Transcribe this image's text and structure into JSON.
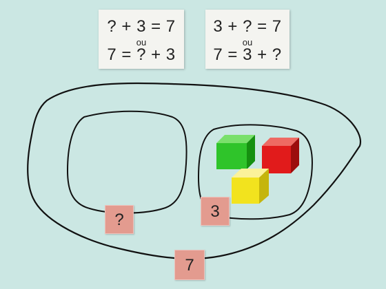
{
  "cards": [
    {
      "line1": "? + 3 = 7",
      "or": "ou",
      "line2": "7 = ? + 3"
    },
    {
      "line1": "3 + ? = 7",
      "or": "ou",
      "line2": "7 = 3 + ?"
    }
  ],
  "tags": {
    "unknown": "?",
    "part": "3",
    "whole": "7"
  },
  "colors": {
    "background": "#cbe7e3",
    "card": "#f4f4f0",
    "tag": "#e39b8f",
    "cube_green": "#2fc42a",
    "cube_red": "#e11b1b",
    "cube_yellow": "#f2e31e"
  },
  "cubes": [
    "green",
    "red",
    "yellow"
  ]
}
